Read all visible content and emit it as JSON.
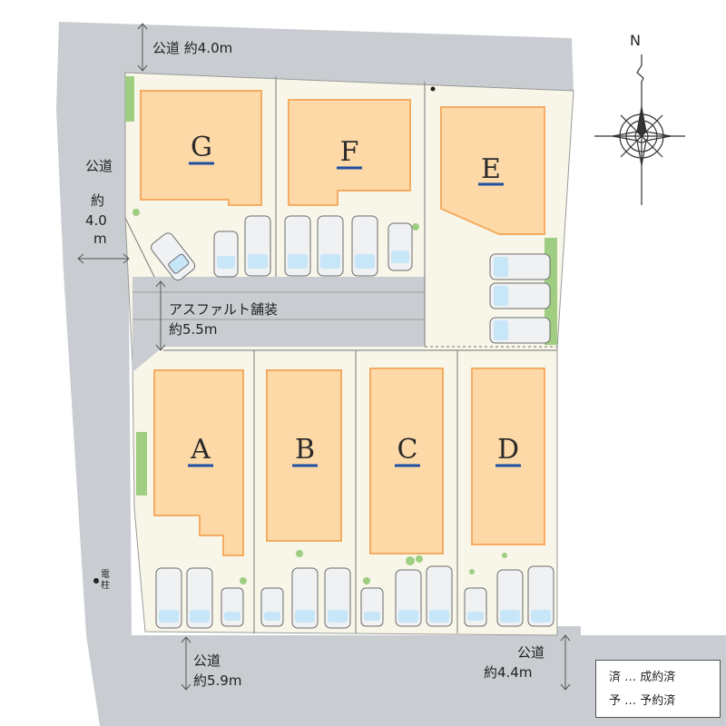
{
  "compass": {
    "north_label": "N"
  },
  "roads": {
    "north": "公道 約4.0m",
    "west": [
      "公道",
      "約",
      "4.0",
      "m"
    ],
    "inner": [
      "アスファルト舗装",
      "約5.5m"
    ],
    "south": [
      "公道",
      "約5.9m"
    ],
    "southeast": [
      "公道",
      "約4.4m"
    ]
  },
  "lots": {
    "A": "A",
    "B": "B",
    "C": "C",
    "D": "D",
    "E": "E",
    "F": "F",
    "G": "G"
  },
  "utility_pole": [
    "電",
    "柱"
  ],
  "legend": {
    "sold": "済 … 成約済",
    "reserved": "予 … 予約済"
  },
  "colors": {
    "road": "#c9cdd1",
    "lot": "#f7f6e8",
    "house": "#fdd9a7",
    "house_edge": "#f5ac62",
    "green": "#9fce82",
    "car": "#f0f1f3",
    "glass": "#c7e6f7",
    "underline": "#1f4fa1"
  }
}
